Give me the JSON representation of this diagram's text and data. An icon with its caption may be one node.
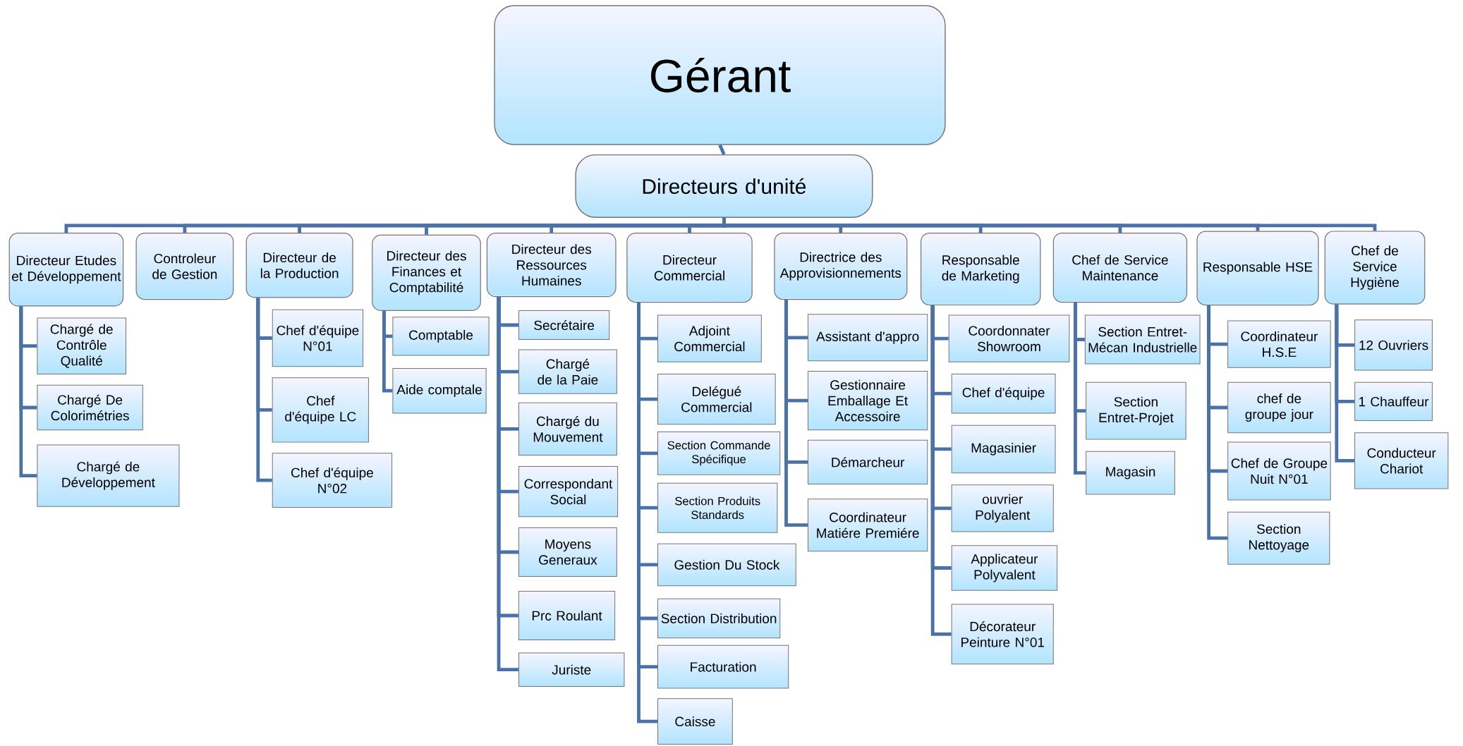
{
  "diagram": {
    "nodes": [
      {
        "text": [
          "Gérant"
        ]
      },
      {
        "text": [
          "Directeurs d'unité"
        ]
      },
      {
        "text": [
          "Directeur Etudes et Développement"
        ]
      },
      {
        "text": [
          "Controleur de Gestion"
        ]
      },
      {
        "text": [
          "Directeur de la Production"
        ]
      },
      {
        "text": [
          "Directeur des Finances et Comptabilité"
        ]
      },
      {
        "text": [
          "Directeur des Ressources Humaines"
        ]
      },
      {
        "text": [
          "Directeur Commercial"
        ]
      },
      {
        "text": [
          "Directrice des Approvisionnements"
        ]
      },
      {
        "text": [
          "Responsable de Marketing"
        ]
      },
      {
        "text": [
          "Chef de Service Maintenance"
        ]
      },
      {
        "text": [
          "Responsable HSE"
        ]
      },
      {
        "text": [
          "Chef de Service Hygiène"
        ]
      },
      {
        "text": [
          "Chargé de Contrôle Qualité"
        ]
      },
      {
        "text": [
          "Chargé De Colorimétries"
        ]
      },
      {
        "text": [
          "Chargé de Développement"
        ]
      },
      {
        "text": [
          "Chef d'équipe N°01"
        ]
      },
      {
        "text": [
          "Chef d'équipe LC"
        ]
      },
      {
        "text": [
          "Chef d'équipe N°02"
        ]
      },
      {
        "text": [
          "Comptable"
        ]
      },
      {
        "text": [
          "Aide comptale"
        ]
      },
      {
        "text": [
          "Secrétaire"
        ]
      },
      {
        "text": [
          "Chargé de la Paie"
        ]
      },
      {
        "text": [
          "Chargé du Mouvement"
        ]
      },
      {
        "text": [
          "Correspondant Social"
        ]
      },
      {
        "text": [
          "Moyens Generaux"
        ]
      },
      {
        "text": [
          "Prc Roulant"
        ]
      },
      {
        "text": [
          "Juriste"
        ]
      },
      {
        "text": [
          "Adjoint Commercial"
        ]
      },
      {
        "text": [
          "Delégué Commercial"
        ]
      },
      {
        "text": [
          "Section Commande Spécifique"
        ]
      },
      {
        "text": [
          "Section Produits Standards"
        ]
      },
      {
        "text": [
          "Gestion Du Stock"
        ]
      },
      {
        "text": [
          "Section Distribution"
        ]
      },
      {
        "text": [
          "Facturation"
        ]
      },
      {
        "text": [
          "Caisse"
        ]
      },
      {
        "text": [
          "Assistant d'appro"
        ]
      },
      {
        "text": [
          "Gestionnaire Emballage Et Accessoire"
        ]
      },
      {
        "text": [
          "Démarcheur"
        ]
      },
      {
        "text": [
          "Coordinateur Matiére Premiére"
        ]
      },
      {
        "text": [
          "Coordonnater Showroom"
        ]
      },
      {
        "text": [
          "Chef d'équipe"
        ]
      },
      {
        "text": [
          "Magasinier"
        ]
      },
      {
        "text": [
          "ouvrier Polyalent"
        ]
      },
      {
        "text": [
          "Applicateur Polyvalent"
        ]
      },
      {
        "text": [
          "Décorateur Peinture N°01"
        ]
      },
      {
        "text": [
          "Section Entret-Mécan Industrielle"
        ]
      },
      {
        "text": [
          "Section Entret-Projet"
        ]
      },
      {
        "text": [
          "Magasin"
        ]
      },
      {
        "text": [
          "Coordinateur H.S.E"
        ]
      },
      {
        "text": [
          "chef de groupe jour"
        ]
      },
      {
        "text": [
          "Chef de Groupe Nuit N°01"
        ]
      },
      {
        "text": [
          "Section Nettoyage"
        ]
      },
      {
        "text": [
          "12 Ouvriers"
        ]
      },
      {
        "text": [
          "1 Chauffeur"
        ]
      },
      {
        "text": [
          "Conducteur Chariot"
        ]
      }
    ],
    "edges": [
      {
        "from": 0,
        "to": 1,
        "arrow": "none"
      },
      {
        "from": 1,
        "to": 2,
        "arrow": "none"
      },
      {
        "from": 1,
        "to": 3,
        "arrow": "none"
      },
      {
        "from": 1,
        "to": 4,
        "arrow": "none"
      },
      {
        "from": 1,
        "to": 5,
        "arrow": "none"
      },
      {
        "from": 1,
        "to": 6,
        "arrow": "none"
      },
      {
        "from": 1,
        "to": 7,
        "arrow": "none"
      },
      {
        "from": 1,
        "to": 8,
        "arrow": "none"
      },
      {
        "from": 1,
        "to": 9,
        "arrow": "none"
      },
      {
        "from": 1,
        "to": 10,
        "arrow": "none"
      },
      {
        "from": 1,
        "to": 11,
        "arrow": "none"
      },
      {
        "from": 1,
        "to": 12,
        "arrow": "none"
      },
      {
        "from": 2,
        "to": 13,
        "arrow": "none"
      },
      {
        "from": 2,
        "to": 14,
        "arrow": "none"
      },
      {
        "from": 2,
        "to": 15,
        "arrow": "none"
      },
      {
        "from": 4,
        "to": 16,
        "arrow": "none"
      },
      {
        "from": 4,
        "to": 17,
        "arrow": "none"
      },
      {
        "from": 4,
        "to": 18,
        "arrow": "none"
      },
      {
        "from": 5,
        "to": 19,
        "arrow": "none"
      },
      {
        "from": 5,
        "to": 20,
        "arrow": "none"
      },
      {
        "from": 6,
        "to": 21,
        "arrow": "none"
      },
      {
        "from": 6,
        "to": 22,
        "arrow": "none"
      },
      {
        "from": 6,
        "to": 23,
        "arrow": "none"
      },
      {
        "from": 6,
        "to": 24,
        "arrow": "none"
      },
      {
        "from": 6,
        "to": 25,
        "arrow": "none"
      },
      {
        "from": 6,
        "to": 26,
        "arrow": "none"
      },
      {
        "from": 6,
        "to": 27,
        "arrow": "none"
      },
      {
        "from": 7,
        "to": 28,
        "arrow": "none"
      },
      {
        "from": 7,
        "to": 29,
        "arrow": "none"
      },
      {
        "from": 7,
        "to": 30,
        "arrow": "none"
      },
      {
        "from": 7,
        "to": 31,
        "arrow": "none"
      },
      {
        "from": 7,
        "to": 32,
        "arrow": "none"
      },
      {
        "from": 7,
        "to": 33,
        "arrow": "none"
      },
      {
        "from": 7,
        "to": 34,
        "arrow": "none"
      },
      {
        "from": 7,
        "to": 35,
        "arrow": "none"
      },
      {
        "from": 8,
        "to": 36,
        "arrow": "none"
      },
      {
        "from": 8,
        "to": 37,
        "arrow": "none"
      },
      {
        "from": 8,
        "to": 38,
        "arrow": "none"
      },
      {
        "from": 8,
        "to": 39,
        "arrow": "none"
      },
      {
        "from": 9,
        "to": 40,
        "arrow": "none"
      },
      {
        "from": 9,
        "to": 41,
        "arrow": "none"
      },
      {
        "from": 9,
        "to": 42,
        "arrow": "none"
      },
      {
        "from": 9,
        "to": 43,
        "arrow": "none"
      },
      {
        "from": 9,
        "to": 44,
        "arrow": "none"
      },
      {
        "from": 9,
        "to": 45,
        "arrow": "none"
      },
      {
        "from": 10,
        "to": 46,
        "arrow": "none"
      },
      {
        "from": 10,
        "to": 47,
        "arrow": "none"
      },
      {
        "from": 10,
        "to": 48,
        "arrow": "none"
      },
      {
        "from": 11,
        "to": 49,
        "arrow": "none"
      },
      {
        "from": 11,
        "to": 50,
        "arrow": "none"
      },
      {
        "from": 11,
        "to": 51,
        "arrow": "none"
      },
      {
        "from": 11,
        "to": 52,
        "arrow": "none"
      },
      {
        "from": 12,
        "to": 53,
        "arrow": "none"
      },
      {
        "from": 12,
        "to": 54,
        "arrow": "none"
      },
      {
        "from": 12,
        "to": 55,
        "arrow": "none"
      }
    ]
  }
}
